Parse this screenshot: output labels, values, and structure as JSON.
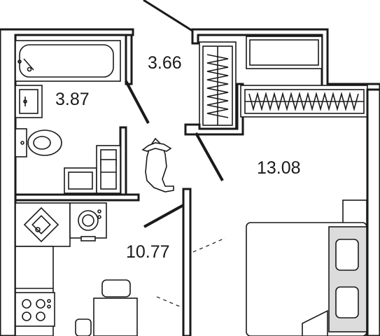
{
  "rooms": [
    {
      "id": "bathroom",
      "area": "3.87"
    },
    {
      "id": "hallway",
      "area": "3.66"
    },
    {
      "id": "bedroom",
      "area": "13.08"
    },
    {
      "id": "kitchen",
      "area": "10.77"
    }
  ],
  "colors": {
    "line": "#1a1a1a",
    "background": "#ffffff",
    "bed_accent": "#dcdcdc"
  }
}
